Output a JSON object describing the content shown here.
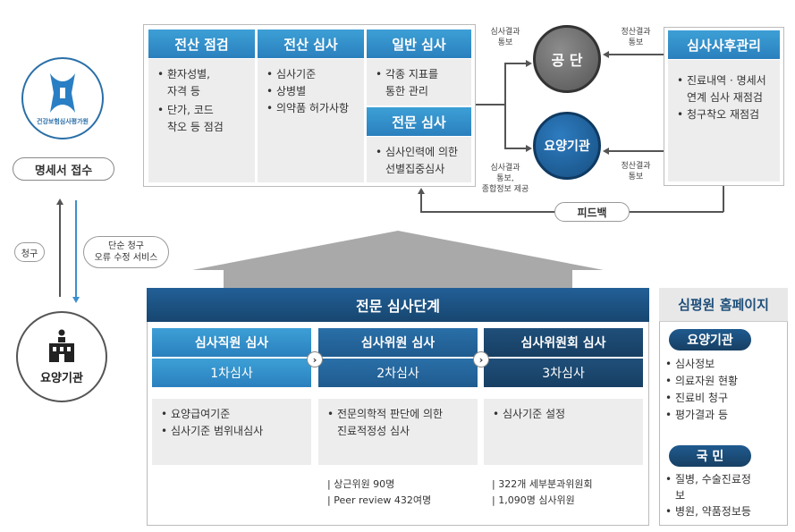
{
  "left": {
    "logo_text": "건강보험심사평가원",
    "receipt_label": "명세서 접수",
    "claim_label": "청구",
    "service_label": "단순 청구\n오류 수정 서비스",
    "institution_label": "요양기관"
  },
  "top_panel": {
    "columns": [
      {
        "header": "전산 점검",
        "items": [
          "환자성별,\n자격 등",
          "단가, 코드\n착오 등 점검"
        ]
      },
      {
        "header": "전산 심사",
        "items": [
          "심사기준",
          "상병별",
          "의약품 허가사항"
        ]
      },
      {
        "header": "일반 심사",
        "items": [
          "각종 지표를\n통한 관리"
        ]
      }
    ],
    "expert": {
      "header": "전문 심사",
      "items": [
        "심사인력에 의한\n선별집중심사"
      ]
    }
  },
  "right_flow": {
    "gongdan": "공 단",
    "institution": "요양기관",
    "label_top_left": "심사결과\n통보",
    "label_top_right": "정산결과\n통보",
    "label_bottom_left": "심사결과\n통보,\n종합정보 제공",
    "label_bottom_right": "정산결과\n통보",
    "feedback": "피드백"
  },
  "post_review": {
    "header": "심사사후관리",
    "items": [
      "진료내역 · 명세서\n연계 심사 재점검",
      "청구착오 재점검"
    ]
  },
  "expert_stage": {
    "title": "전문 심사단계",
    "stages": [
      {
        "name": "심사직원 심사",
        "step": "1차심사",
        "items": [
          "요양급여기준",
          "심사기준 범위내심사"
        ],
        "notes": []
      },
      {
        "name": "심사위원 심사",
        "step": "2차심사",
        "items": [
          "전문의학적 판단에 의한\n진료적정성 심사"
        ],
        "notes": [
          "상근위원 90명",
          "Peer review 432여명"
        ]
      },
      {
        "name": "심사위원회 심사",
        "step": "3차심사",
        "items": [
          "심사기준 설정"
        ],
        "notes": [
          "322개 세부분과위원회",
          "1,090명 심사위원"
        ]
      }
    ]
  },
  "homepage": {
    "title": "심평원 홈페이지",
    "groups": [
      {
        "tag": "요양기관",
        "items": [
          "심사정보",
          "의료자원 현황",
          "진료비 청구",
          "평가결과 등"
        ]
      },
      {
        "tag": "국 민",
        "items": [
          "질병, 수술진료정\n보",
          "병원, 약품정보등"
        ]
      }
    ]
  },
  "colors": {
    "light_blue": "#3d9fd6",
    "mid_blue": "#1f5b8f",
    "dark_blue": "#173f63",
    "circle_gray": "#6b6b6b",
    "circle_blue": "#1d5f98"
  }
}
